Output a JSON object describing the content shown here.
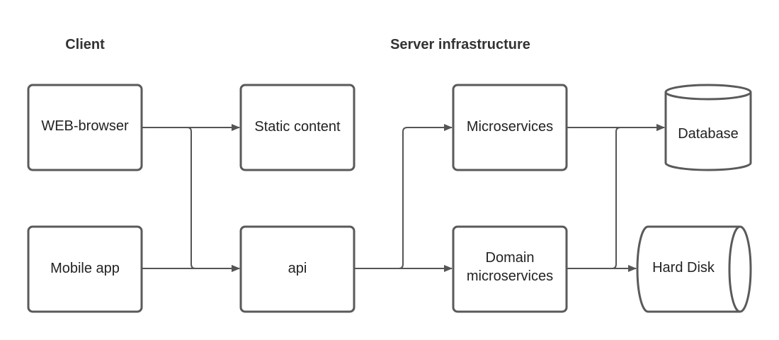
{
  "sections": {
    "client": "Client",
    "server": "Server infrastructure"
  },
  "nodes": {
    "web_browser": "WEB-browser",
    "mobile_app": "Mobile app",
    "static_content": "Static content",
    "api": "api",
    "microservices": "Microservices",
    "domain_microservices_line1": "Domain",
    "domain_microservices_line2": "microservices",
    "database": "Database",
    "hard_disk": "Hard Disk"
  },
  "colors": {
    "stroke": "#5a5a5a",
    "edge": "#555555",
    "text": "#222222",
    "background": "#ffffff"
  }
}
